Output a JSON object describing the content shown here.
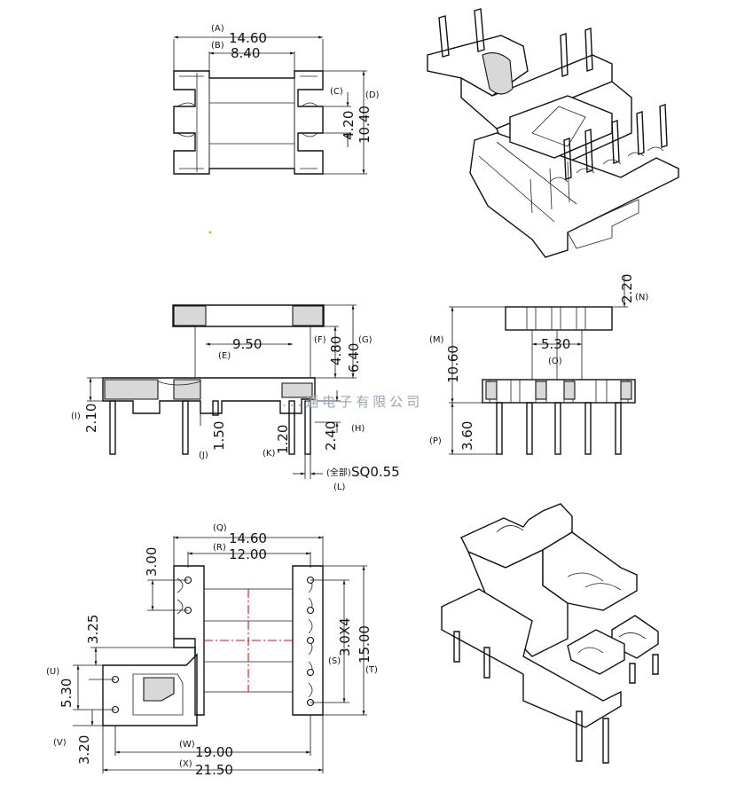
{
  "top_view": {
    "dims": [
      {
        "id": "A",
        "value": "14.60"
      },
      {
        "id": "B",
        "value": "8.40"
      },
      {
        "id": "C",
        "value": "4.20"
      },
      {
        "id": "D",
        "value": "10.40"
      }
    ]
  },
  "side_view": {
    "dims": [
      {
        "id": "E",
        "value": "9.50"
      },
      {
        "id": "F",
        "value": "4.80"
      },
      {
        "id": "G",
        "value": "6.40"
      },
      {
        "id": "H",
        "value": "2.40"
      },
      {
        "id": "I",
        "value": "2.10"
      },
      {
        "id": "J",
        "value": "1.50"
      },
      {
        "id": "K",
        "value": "1.20"
      },
      {
        "id": "L",
        "value": "SQ0.55"
      }
    ],
    "pin_note": "(全部)"
  },
  "front_view": {
    "dims": [
      {
        "id": "M",
        "value": "10.60"
      },
      {
        "id": "N",
        "value": "2.20"
      },
      {
        "id": "O",
        "value": "5.30"
      },
      {
        "id": "P",
        "value": "3.60"
      }
    ]
  },
  "bottom_view": {
    "dims": [
      {
        "id": "Q",
        "value": "14.60"
      },
      {
        "id": "R",
        "value": "12.00"
      },
      {
        "id": "S",
        "value": "3.0X4"
      },
      {
        "id": "T",
        "value": "15.00"
      },
      {
        "id": "U",
        "value": "5.30"
      },
      {
        "id": "V",
        "value": "3.20"
      },
      {
        "id": "W",
        "value": "19.00"
      },
      {
        "id": "X",
        "value": "21.50"
      },
      {
        "id": "Y1",
        "value": "3.00"
      },
      {
        "id": "Y2",
        "value": "3.25"
      }
    ]
  },
  "watermark": "...通电子有限公司",
  "colors": {
    "line": "#111111",
    "centerline": "#d01010",
    "watermark": "#9aa6b4"
  }
}
